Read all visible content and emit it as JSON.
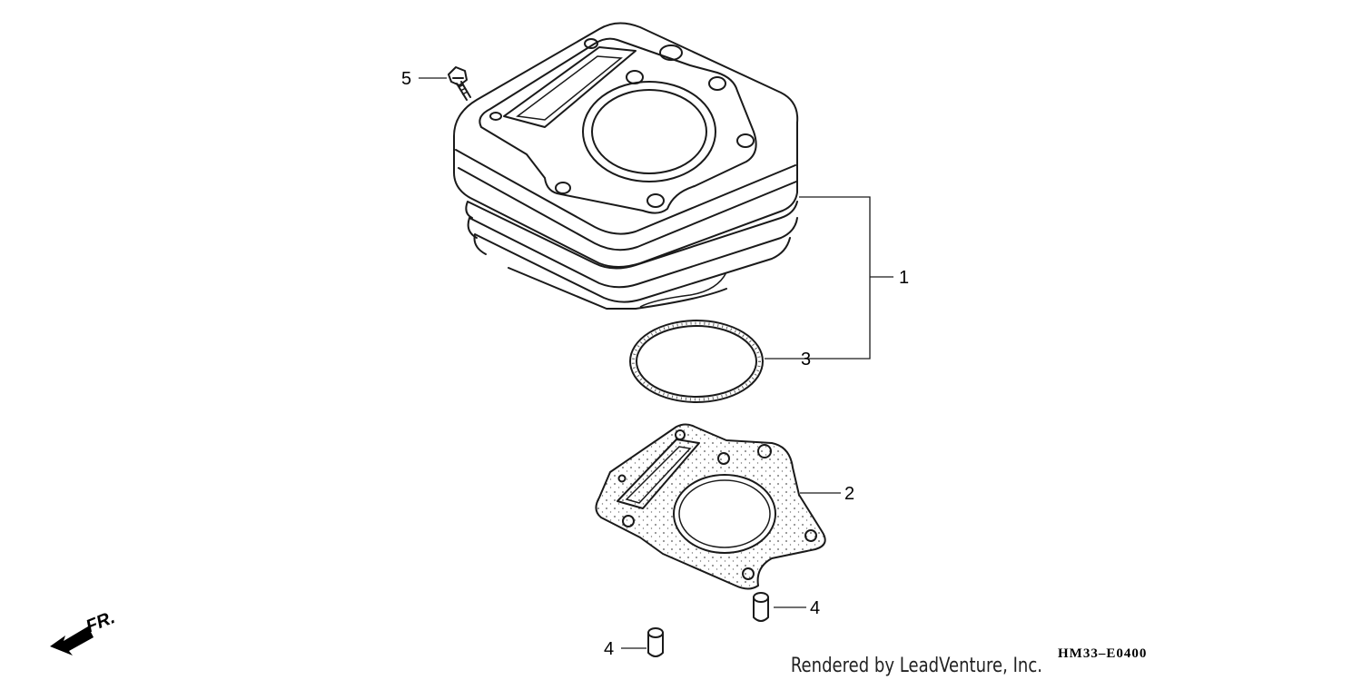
{
  "callouts": {
    "c1": "1",
    "c2": "2",
    "c3": "3",
    "c4a": "4",
    "c4b": "4",
    "c5": "5"
  },
  "diagram_code": "HM33–E0400",
  "credit": "Rendered by LeadVenture, Inc.",
  "front_label": "FR."
}
